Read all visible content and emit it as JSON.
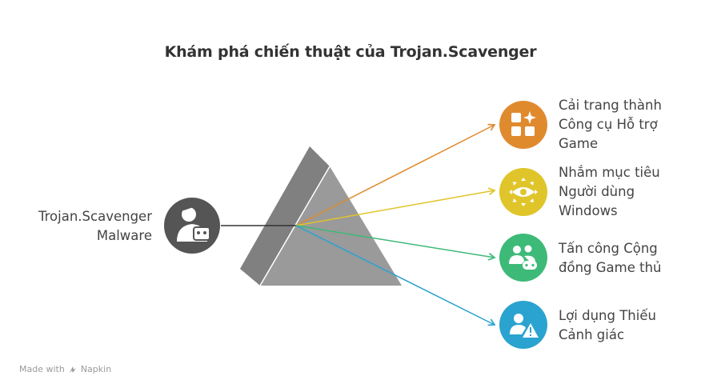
{
  "title": "Khám phá chiến thuật của Trojan.Scavenger",
  "source": {
    "line1": "Trojan.Scavenger",
    "line2": "Malware",
    "icon": "malware-user-icon",
    "color": "#555555"
  },
  "items": [
    {
      "line1": "Cải trang thành",
      "line2": "Công cụ Hỗ trợ",
      "line3": "Game",
      "color": "#E08A2E",
      "icon": "apps-sparkle-icon"
    },
    {
      "line1": "Nhắm mục tiêu",
      "line2": "Người dùng",
      "line3": "Windows",
      "color": "#E0C52A",
      "icon": "target-eye-icon"
    },
    {
      "line1": "Tấn công Cộng",
      "line2": "đồng Game thủ",
      "line3": "",
      "color": "#3DBA78",
      "icon": "gamer-group-icon"
    },
    {
      "line1": "Lợi dụng Thiếu",
      "line2": "Cảnh giác",
      "line3": "",
      "color": "#2AA3D0",
      "icon": "user-warning-icon"
    }
  ],
  "prism": {
    "front_color": "#9a9a9a",
    "side_color": "#777777"
  },
  "footer": {
    "made_with": "Made with",
    "brand": "Napkin"
  }
}
